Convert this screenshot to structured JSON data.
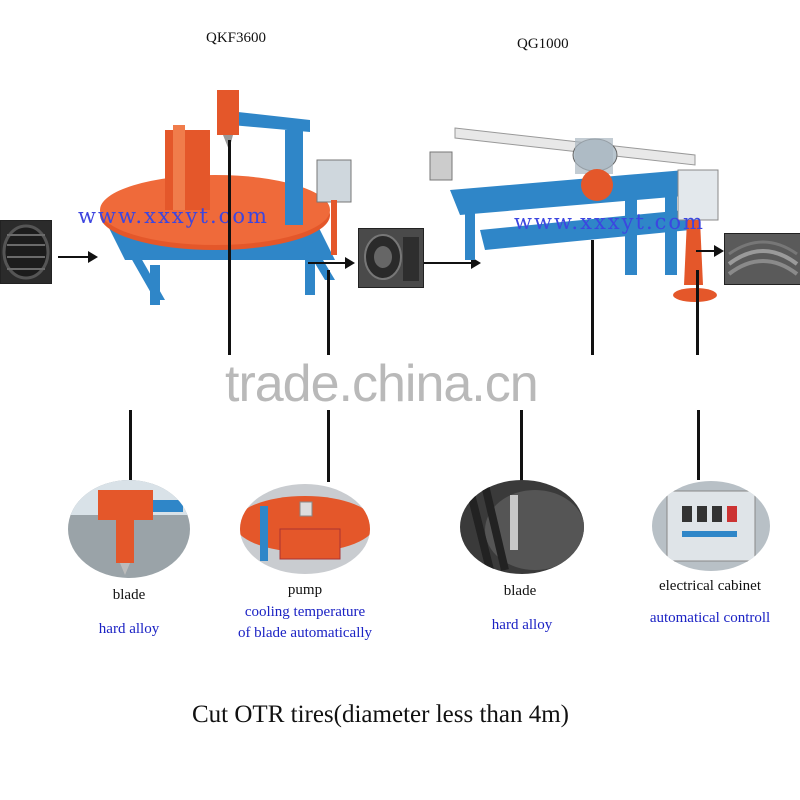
{
  "machines": {
    "left_title": "QKF3600",
    "right_title": "QG1000"
  },
  "watermarks": {
    "left": "www.xxxyt.com",
    "right": "www.xxxyt.com",
    "center": "trade.china.cn"
  },
  "parts": [
    {
      "name": "blade",
      "desc": "hard alloy"
    },
    {
      "name": "pump",
      "desc_line1": "cooling temperature",
      "desc_line2": "of blade automatically"
    },
    {
      "name": "blade",
      "desc": "hard alloy"
    },
    {
      "name": "electrical cabinet",
      "desc": "automatical controll"
    }
  ],
  "caption": "Cut OTR tires(diameter less than 4m)",
  "colors": {
    "machine_blue": "#2f86c8",
    "machine_orange": "#e4572a",
    "label_blue": "#1b22c4",
    "watermark_blue": "#3c46e0"
  }
}
